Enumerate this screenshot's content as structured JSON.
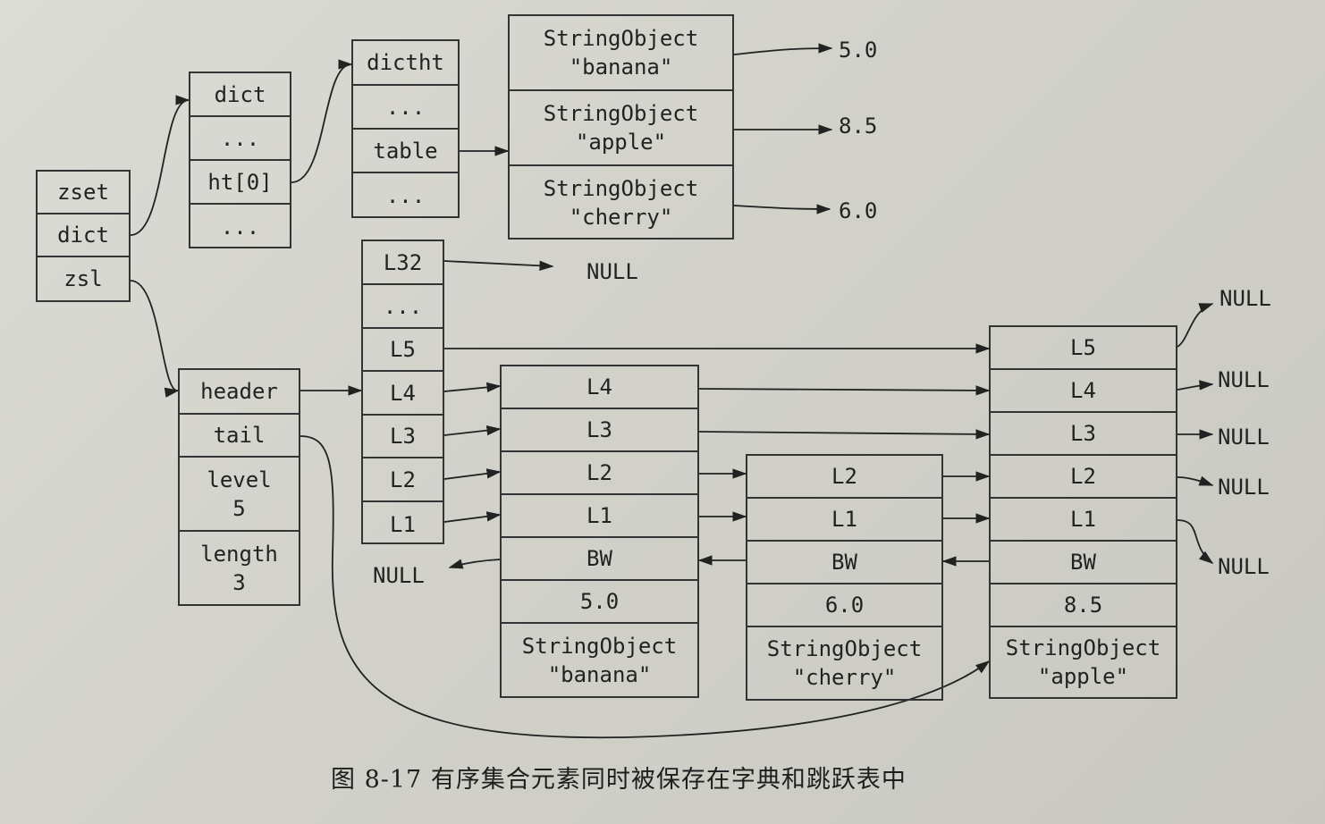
{
  "zset": [
    "zset",
    "dict",
    "zsl"
  ],
  "dict": [
    "dict",
    "...",
    "ht[0]",
    "..."
  ],
  "dictht": [
    "dictht",
    "...",
    "table",
    "..."
  ],
  "entries": [
    {
      "type": "StringObject",
      "key": "\"banana\""
    },
    {
      "type": "StringObject",
      "key": "\"apple\""
    },
    {
      "type": "StringObject",
      "key": "\"cherry\""
    }
  ],
  "entry_values": [
    "5.0",
    "8.5",
    "6.0"
  ],
  "zsl": {
    "header": "header",
    "tail": "tail",
    "level_label": "level",
    "level": "5",
    "length_label": "length",
    "length": "3"
  },
  "header_levels": [
    "L32",
    "...",
    "L5",
    "L4",
    "L3",
    "L2",
    "L1"
  ],
  "nodes": [
    {
      "levels": [
        "L4",
        "L3",
        "L2",
        "L1"
      ],
      "bw": "BW",
      "score": "5.0",
      "obj_type": "StringObject",
      "obj": "\"banana\""
    },
    {
      "levels": [
        "L2",
        "L1"
      ],
      "bw": "BW",
      "score": "6.0",
      "obj_type": "StringObject",
      "obj": "\"cherry\""
    },
    {
      "levels": [
        "L5",
        "L4",
        "L3",
        "L2",
        "L1"
      ],
      "bw": "BW",
      "score": "8.5",
      "obj_type": "StringObject",
      "obj": "\"apple\""
    }
  ],
  "null_text": "NULL",
  "caption": "图 8-17   有序集合元素同时被保存在字典和跳跃表中"
}
